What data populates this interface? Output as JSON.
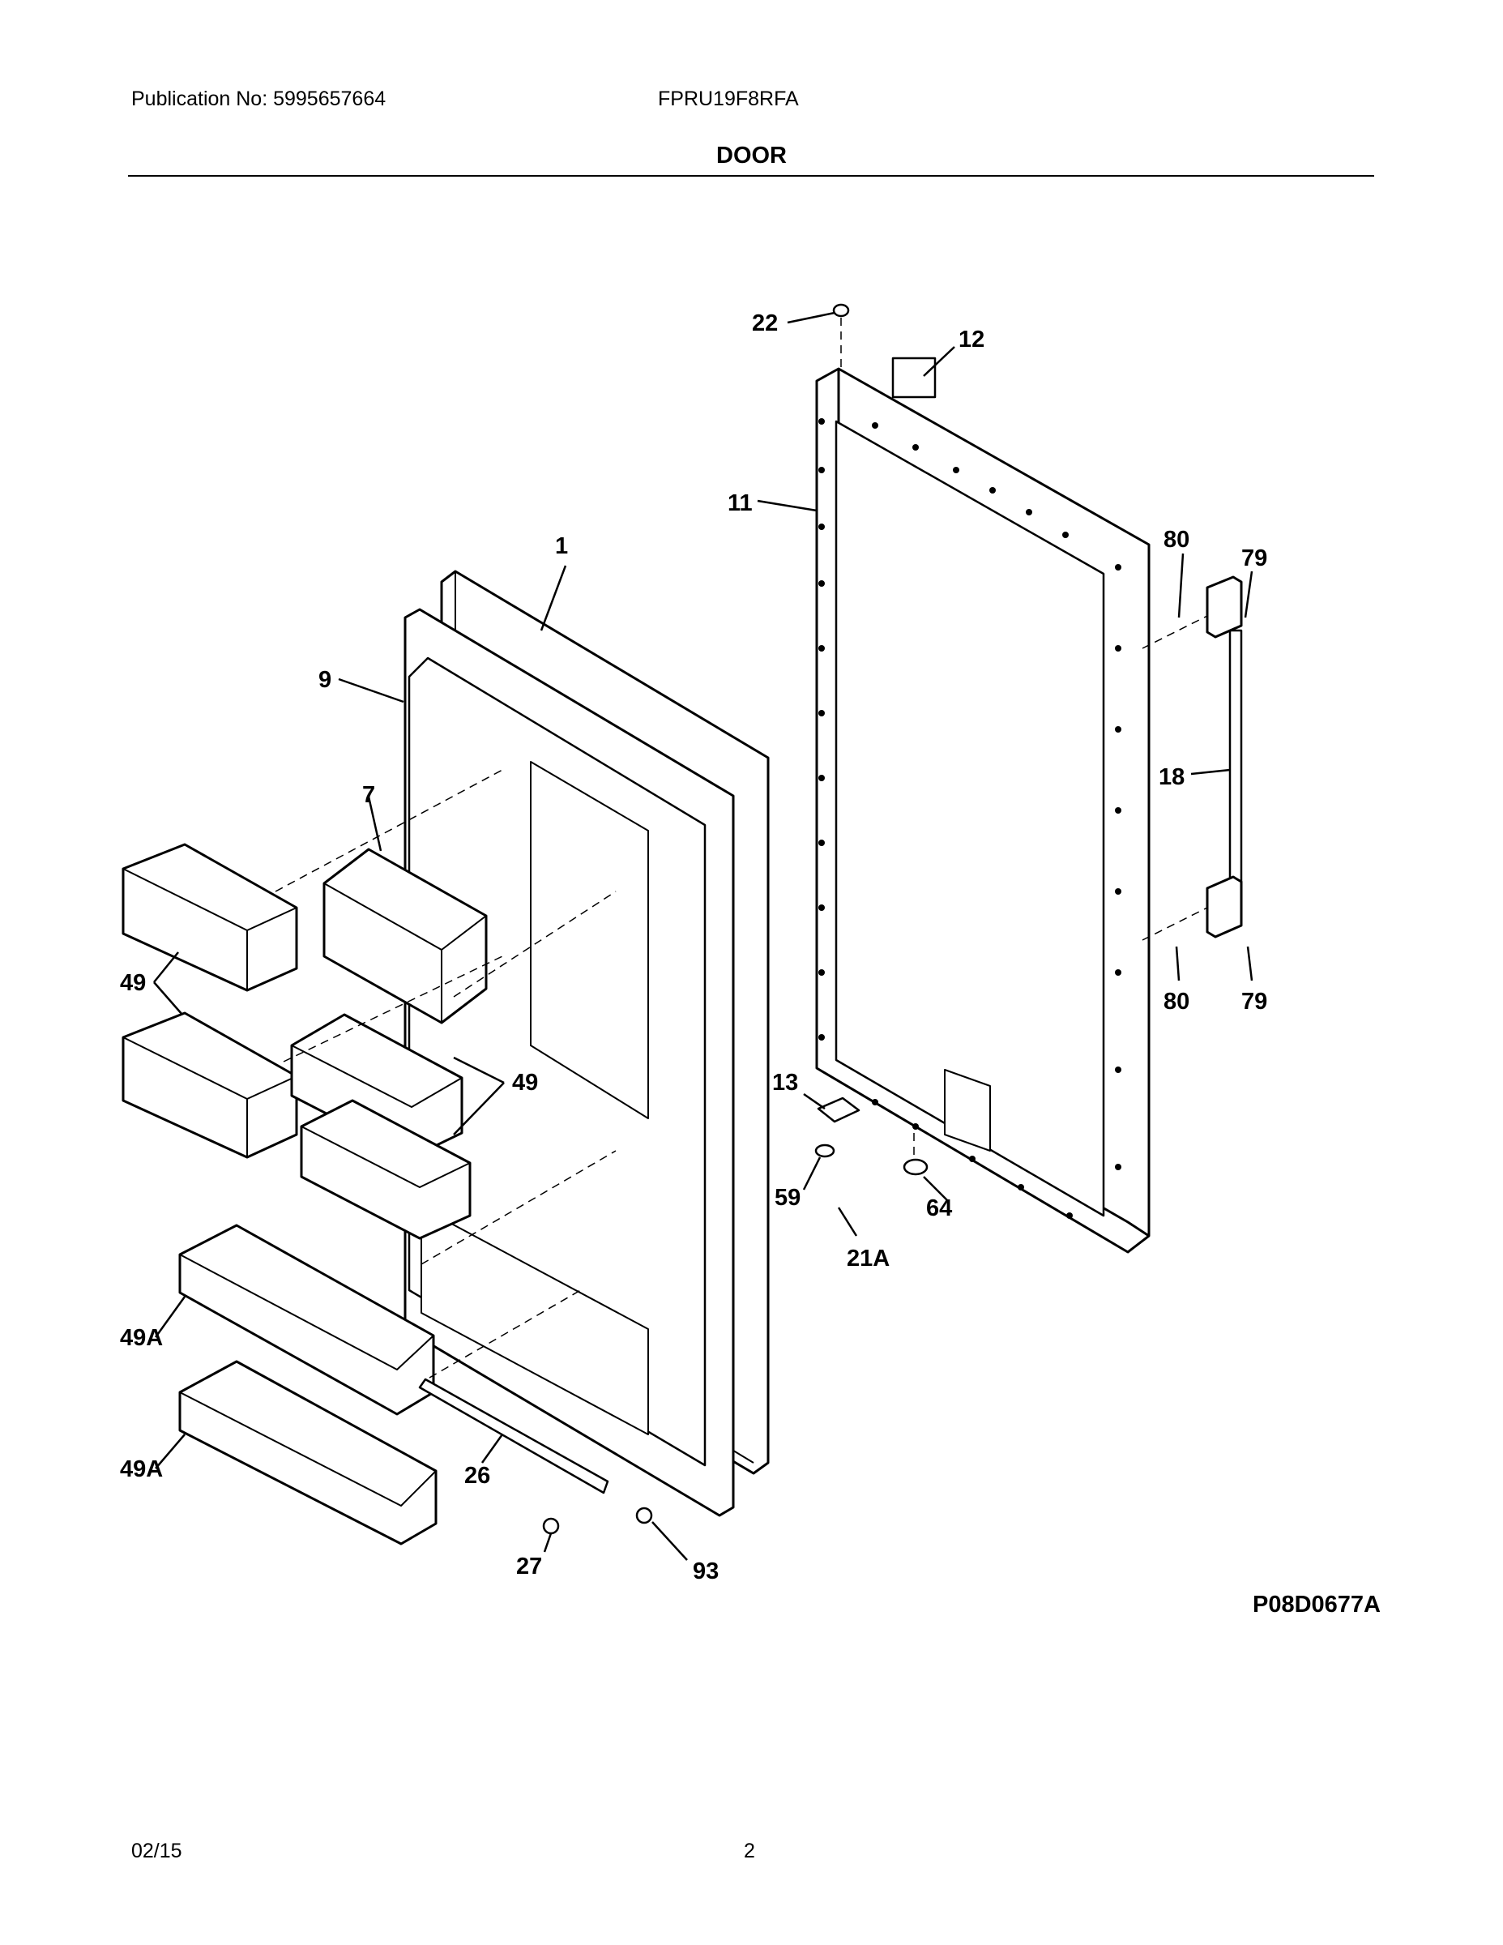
{
  "header": {
    "publication": "Publication No: 5995657664",
    "model": "FPRU19F8RFA",
    "title": "DOOR"
  },
  "diagram": {
    "callouts": [
      "22",
      "12",
      "11",
      "1",
      "80",
      "79",
      "9",
      "7",
      "18",
      "49",
      "49",
      "13",
      "59",
      "64",
      "21A",
      "80",
      "79",
      "49A",
      "26",
      "49A",
      "27",
      "93"
    ],
    "code": "P08D0677A"
  },
  "footer": {
    "date": "02/15",
    "page": "2"
  }
}
